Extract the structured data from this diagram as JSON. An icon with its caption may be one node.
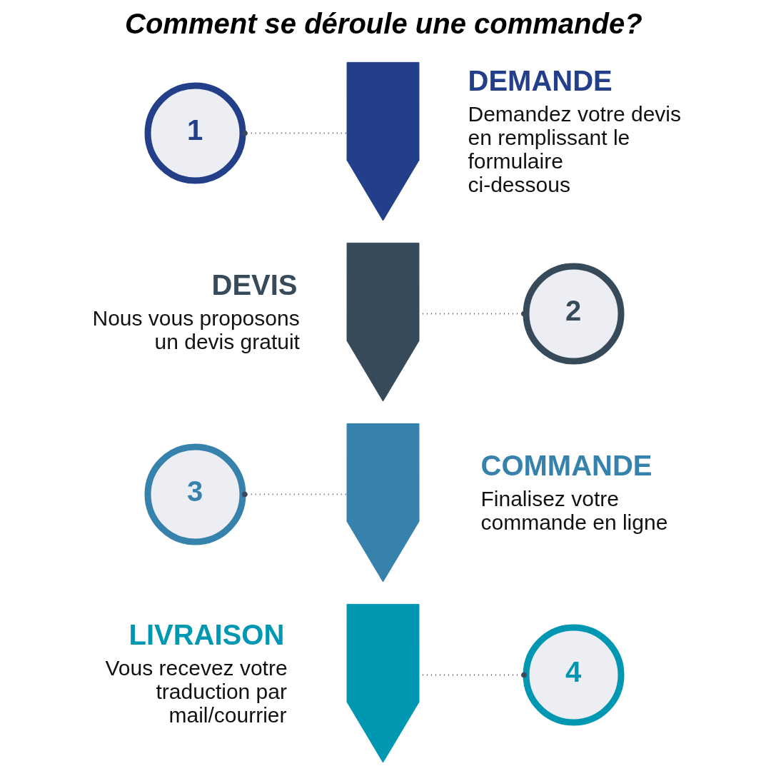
{
  "diagram": {
    "title": "Comment se déroule une commande?",
    "nodes": [
      {
        "text": [
          "1"
        ]
      },
      {
        "text": [],
        "shape": "chevron",
        "beside": [
          "DEMANDE",
          "Demandez votre devis en remplissant le formulaire ci-dessous"
        ]
      },
      {
        "text": [
          "2"
        ]
      },
      {
        "text": [],
        "shape": "chevron",
        "beside": [
          "DEVIS",
          "Nous vous proposons un devis gratuit"
        ]
      },
      {
        "text": [
          "3"
        ]
      },
      {
        "text": [],
        "shape": "chevron",
        "beside": [
          "COMMANDE",
          "Finalisez votre commande en ligne"
        ]
      },
      {
        "text": [
          "4"
        ]
      },
      {
        "text": [],
        "shape": "chevron",
        "beside": [
          "LIVRAISON",
          "Vous recevez votre traduction par mail/courrier"
        ]
      }
    ],
    "edges": [
      {
        "from": 0,
        "to": 1,
        "arrow": "other",
        "style": "dashed"
      },
      {
        "from": 2,
        "to": 3,
        "arrow": "other",
        "style": "dashed"
      },
      {
        "from": 4,
        "to": 5,
        "arrow": "other",
        "style": "dashed"
      },
      {
        "from": 6,
        "to": 7,
        "arrow": "other",
        "style": "dashed"
      }
    ]
  }
}
